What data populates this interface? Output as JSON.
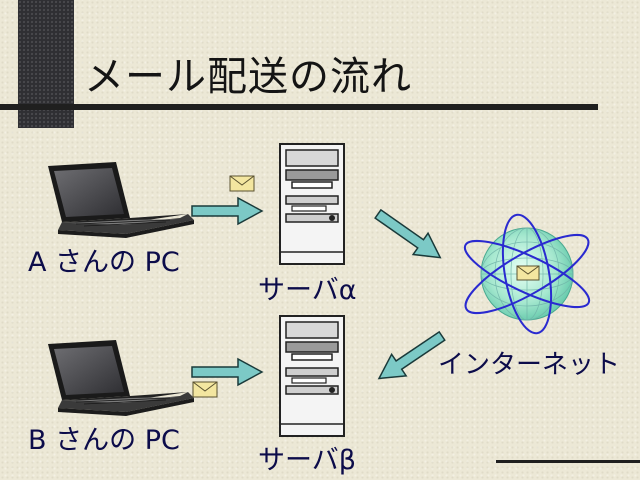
{
  "slide": {
    "title": "メール配送の流れ"
  },
  "nodes": {
    "pc_a": "A さんの PC",
    "server_alpha": "サーバα",
    "internet": "インターネット",
    "pc_b": "B さんの PC",
    "server_beta": "サーバβ"
  },
  "colors": {
    "arrow_fill": "#7cc9c6",
    "label_text": "#0c0c4a",
    "background": "#ece8d6",
    "globe": "#9fe0c8",
    "orbit": "#2a2ad0",
    "envelope": "#f3e6a0"
  },
  "icons": [
    "laptop-icon",
    "server-tower-icon",
    "envelope-icon",
    "globe-icon",
    "arrow-icon"
  ]
}
